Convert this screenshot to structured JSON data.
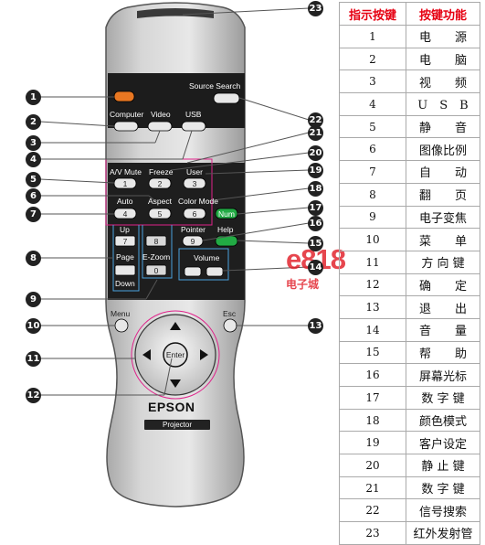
{
  "remote": {
    "source_search": "Source Search",
    "computer": "Computer",
    "video": "Video",
    "usb": "USB",
    "av_mute": "A/V Mute",
    "freeze": "Freeze",
    "user": "User",
    "key1": "1",
    "key2": "2",
    "key3": "3",
    "auto": "Auto",
    "aspect": "Aspect",
    "color_mode": "Color Mode",
    "key4": "4",
    "key5": "5",
    "key6": "6",
    "num": "Num",
    "up": "Up",
    "page": "Page",
    "down": "Down",
    "key7": "7",
    "key8": "8",
    "key9": "9",
    "key0": "0",
    "ezoom": "E-Zoom",
    "pointer": "Pointer",
    "help": "Help",
    "volume": "Volume",
    "menu": "Menu",
    "esc": "Esc",
    "enter": "Enter",
    "brand": "EPSON",
    "model": "Projector"
  },
  "watermark": {
    "text": "e818",
    "suffix": "电子城",
    "color": "#e11e28"
  },
  "callouts": [
    "1",
    "2",
    "3",
    "4",
    "5",
    "6",
    "7",
    "8",
    "9",
    "10",
    "11",
    "12",
    "13",
    "14",
    "15",
    "16",
    "17",
    "18",
    "19",
    "20",
    "21",
    "22",
    "23"
  ],
  "table": {
    "header_no": "指示按键",
    "header_func": "按键功能",
    "header_color": "#e60012",
    "rows": [
      {
        "no": "1",
        "func": "电　　源"
      },
      {
        "no": "2",
        "func": "电　　脑"
      },
      {
        "no": "3",
        "func": "视　　频"
      },
      {
        "no": "4",
        "func": "U　S　B"
      },
      {
        "no": "5",
        "func": "静　　音"
      },
      {
        "no": "6",
        "func": "图像比例"
      },
      {
        "no": "7",
        "func": "自　　动"
      },
      {
        "no": "8",
        "func": "翻　　页"
      },
      {
        "no": "9",
        "func": "电子变焦"
      },
      {
        "no": "10",
        "func": "菜　　单"
      },
      {
        "no": "11",
        "func": "方 向 键"
      },
      {
        "no": "12",
        "func": "确　　定"
      },
      {
        "no": "13",
        "func": "退　　出"
      },
      {
        "no": "14",
        "func": "音　　量"
      },
      {
        "no": "15",
        "func": "帮　　助"
      },
      {
        "no": "16",
        "func": "屏幕光标"
      },
      {
        "no": "17",
        "func": "数 字 键"
      },
      {
        "no": "18",
        "func": "颜色模式"
      },
      {
        "no": "19",
        "func": "客户设定"
      },
      {
        "no": "20",
        "func": "静 止 键"
      },
      {
        "no": "21",
        "func": "数 字 键"
      },
      {
        "no": "22",
        "func": "信号搜索"
      },
      {
        "no": "23",
        "func": "红外发射管"
      }
    ]
  }
}
